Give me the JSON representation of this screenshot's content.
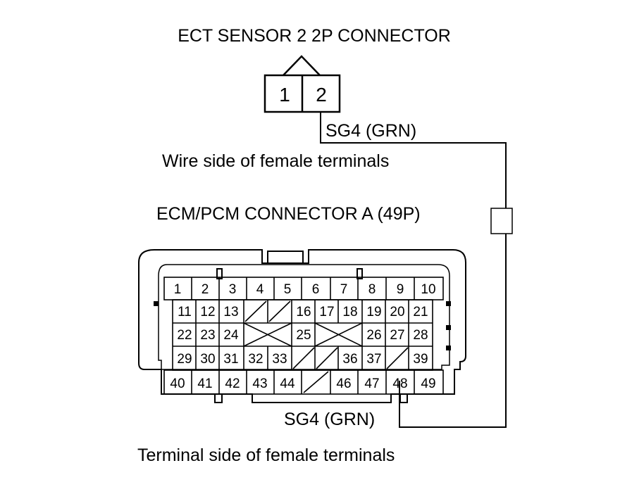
{
  "labels": {
    "ect_title": "ECT SENSOR 2 2P CONNECTOR",
    "wire_sg4_top": "SG4 (GRN)",
    "wire_side": "Wire side of female terminals",
    "ecm_title": "ECM/PCM CONNECTOR A (49P)",
    "wire_sg4_bottom": "SG4 (GRN)",
    "terminal_side": "Terminal side of female terminals"
  },
  "ect_connector": {
    "pins": [
      "1",
      "2"
    ]
  },
  "ecm_connector": {
    "rows": [
      [
        "1",
        "2",
        "3",
        "4",
        "5",
        "6",
        "7",
        "8",
        "9",
        "10"
      ],
      [
        "11",
        "12",
        "13",
        "",
        "",
        "16",
        "17",
        "18",
        "19",
        "20",
        "21"
      ],
      [
        "22",
        "23",
        "24",
        "",
        "25",
        "",
        "26",
        "27",
        "28"
      ],
      [
        "29",
        "30",
        "31",
        "32",
        "33",
        "",
        "",
        "36",
        "37",
        "",
        "39"
      ],
      [
        "40",
        "41",
        "42",
        "43",
        "44",
        "",
        "46",
        "47",
        "48",
        "49"
      ]
    ]
  }
}
